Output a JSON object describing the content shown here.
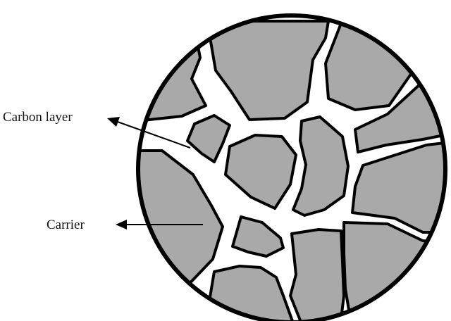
{
  "labels": {
    "carbon_layer": "Carbon layer",
    "carrier": "Carrier"
  },
  "colors": {
    "carrier_fill": "#a9a9a9",
    "carbon_layer_fill": "#ffffff",
    "outline": "#000000",
    "background": "#ffffff"
  },
  "icons": {
    "pointer_carbon_layer": "arrow-pointer",
    "pointer_carrier": "arrow-pointer"
  }
}
